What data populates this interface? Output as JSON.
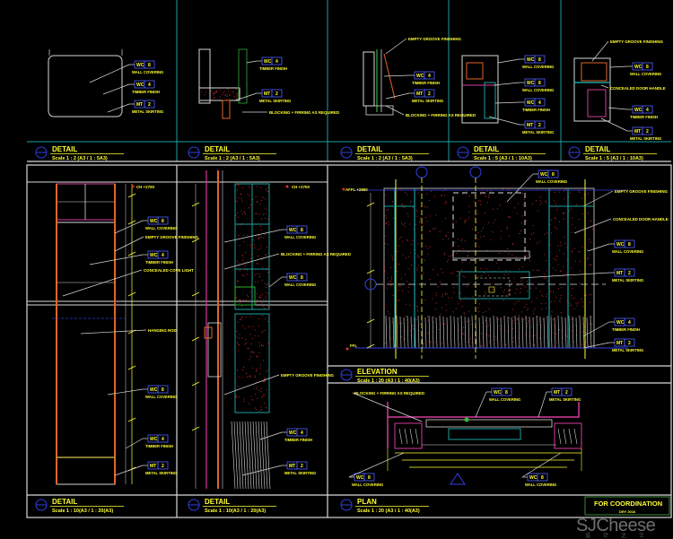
{
  "callout_types": {
    "wc8": {
      "code": "WC",
      "num": "8",
      "desc": "WALL COVERING"
    },
    "wc4": {
      "code": "WC",
      "num": "4",
      "desc": "TIMBER FINISH"
    },
    "mt2": {
      "code": "MT",
      "num": "2",
      "desc": "METAL SKIRTING"
    }
  },
  "notes": {
    "empty_groove": "EMPTY GROOVE FINISHING",
    "concealed_handle": "CONCEALED DOOR HANDLE",
    "blocking": "BLOCKING + FIRRING AS REQUIRED",
    "concealed_light": "CONCEALED COVE LIGHT",
    "hanging_rod": "HANGING ROD",
    "ffl": "FFL",
    "affl": "AFFL +2850",
    "ch": "CH +2700"
  },
  "titles": [
    {
      "label": "DETAIL",
      "scale": "Scale 1 : 2 (A3 / 1 : 5A3)"
    },
    {
      "label": "DETAIL",
      "scale": "Scale 1 : 2 (A3 / 1 : 5A3)"
    },
    {
      "label": "DETAIL",
      "scale": "Scale 1 : 2 (A3 / 1 : 5A3)"
    },
    {
      "label": "DETAIL",
      "scale": "Scale 1 : 5 (A3 / 1 : 10A3)"
    },
    {
      "label": "DETAIL",
      "scale": "Scale 1 : 5 (A3 / 1 : 10A3)"
    },
    {
      "label": "DETAIL",
      "scale": "Scale 1 : 10(A3 / 1 : 20(A3)"
    },
    {
      "label": "DETAIL",
      "scale": "Scale 1 : 10(A3 / 1 : 20(A3)"
    },
    {
      "label": "ELEVATION",
      "scale": "Scale 1 : 20 (A3 / 1 : 40(A3)"
    },
    {
      "label": "PLAN",
      "scale": "Scale 1 : 20 (A3 / 1 : 40(A3)"
    }
  ],
  "stamp": {
    "title": "FOR COORDINATION",
    "sub": "DRY 2016"
  },
  "watermark": {
    "brand": "SJCheese",
    "sub": "设计之士"
  },
  "colors": {
    "background": "#000000",
    "annotation": "#ffff33",
    "frame": "#d8d8d8",
    "teal": "#1aa0a0",
    "orange": "#e0662a",
    "magenta": "#d23c9c",
    "hatch": "#c0282a"
  }
}
